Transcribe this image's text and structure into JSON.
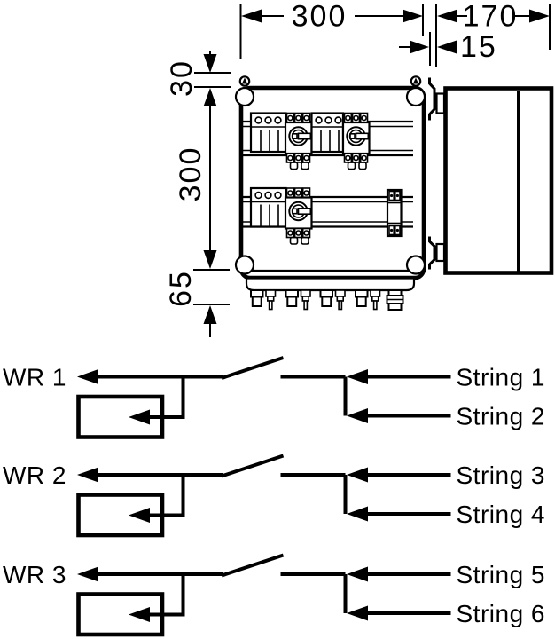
{
  "drawing": {
    "dimensions": {
      "front_width": "300",
      "side_depth": "170",
      "wall_offset": "15",
      "top_hole_offset": "30",
      "hole_spacing": "300",
      "bottom_offset": "65"
    }
  },
  "schematic": {
    "rows": [
      {
        "inverter": "WR 1",
        "strings": [
          "String 1",
          "String 2"
        ]
      },
      {
        "inverter": "WR 2",
        "strings": [
          "String 3",
          "String 4"
        ]
      },
      {
        "inverter": "WR 3",
        "strings": [
          "String 5",
          "String 6"
        ]
      }
    ]
  },
  "colors": {
    "ink": "#000000",
    "paper": "#ffffff"
  }
}
